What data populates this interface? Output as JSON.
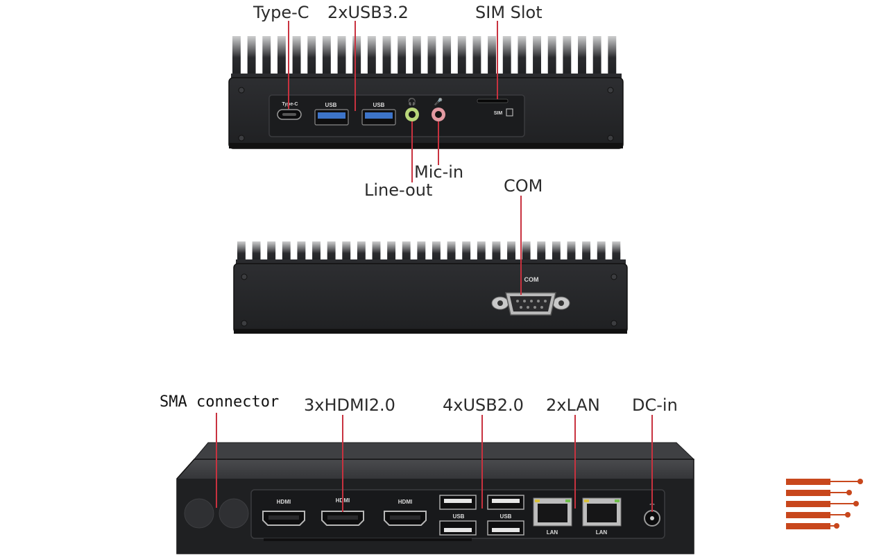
{
  "callouts": {
    "type_c": "Type-C",
    "usb32": "2xUSB3.2",
    "sim_slot": "SIM Slot",
    "mic_in": "Mic-in",
    "line_out": "Line-out",
    "com": "COM",
    "sma_connector": "SMA connector",
    "hdmi": "3xHDMI2.0",
    "usb20": "4xUSB2.0",
    "lan": "2xLAN",
    "dc_in": "DC-in"
  },
  "port_labels": {
    "type_c": "Type-C",
    "usb": "USB",
    "sim": "SIM",
    "com": "COM",
    "hdmi": "HDMI",
    "lan": "LAN"
  },
  "colors": {
    "callout_line": "#c8323f",
    "chassis": "#26272a",
    "usb3_port": "#3d74c9",
    "line_out_jack": "#b9d77a",
    "mic_jack": "#e39aa2",
    "logo": "#c8471c"
  }
}
